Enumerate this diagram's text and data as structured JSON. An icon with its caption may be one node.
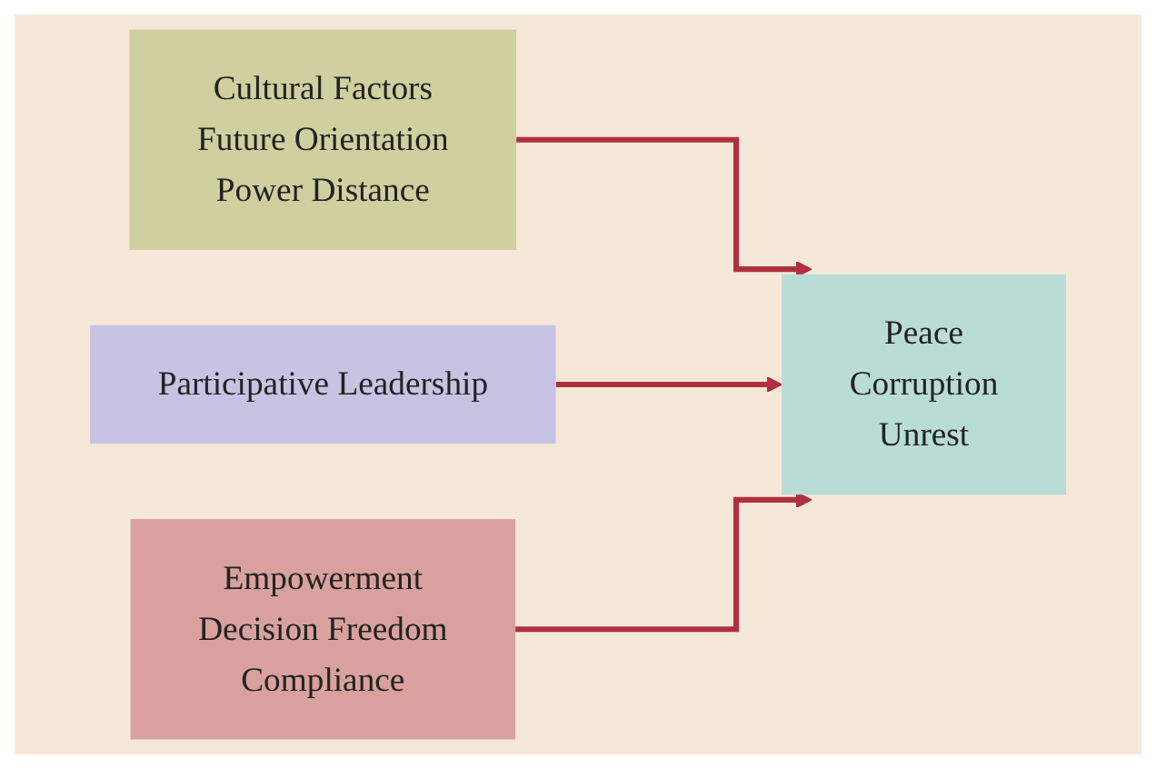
{
  "diagram": {
    "nodes": [
      {
        "text": [
          "Cultural Factors",
          "Future Orientation",
          "Power Distance"
        ]
      },
      {
        "text": [
          "Participative Leadership"
        ]
      },
      {
        "text": [
          "Empowerment",
          "Decision Freedom",
          "Compliance"
        ]
      },
      {
        "text": [
          "Peace",
          "Corruption",
          "Unrest"
        ]
      }
    ],
    "edges": [
      {
        "from": 0,
        "to": 3,
        "arrow": "to"
      },
      {
        "from": 1,
        "to": 3,
        "arrow": "to"
      },
      {
        "from": 2,
        "to": 3,
        "arrow": "to"
      }
    ]
  }
}
